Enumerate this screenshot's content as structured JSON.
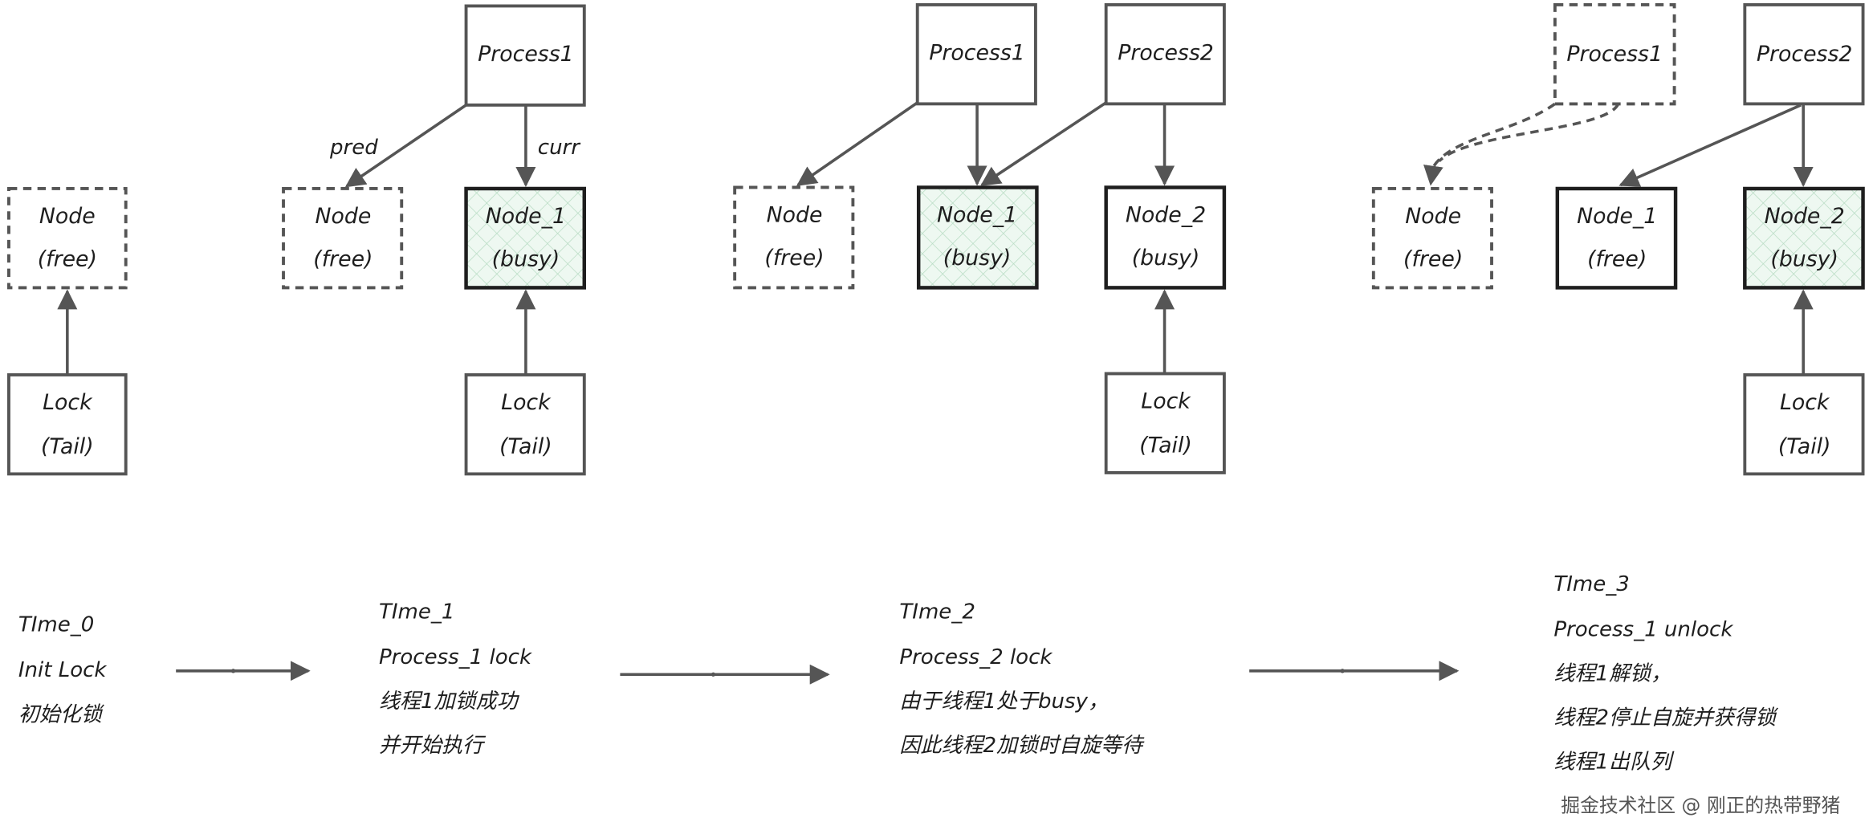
{
  "colors": {
    "stroke": "#555555",
    "busy_fill": "#e6f4ea",
    "hatch": "#b8dcc4"
  },
  "panels": [
    {
      "nodes": [
        {
          "title": "Node",
          "state": "(free)"
        }
      ],
      "lock": {
        "title": "Lock",
        "state": "(Tail)"
      },
      "caption": [
        "TIme_0",
        "Init Lock",
        "初始化锁"
      ]
    },
    {
      "process": "Process1",
      "edge_labels": {
        "pred": "pred",
        "curr": "curr"
      },
      "nodes": [
        {
          "title": "Node",
          "state": "(free)"
        },
        {
          "title": "Node_1",
          "state": "(busy)"
        }
      ],
      "lock": {
        "title": "Lock",
        "state": "(Tail)"
      },
      "caption": [
        "TIme_1",
        "Process_1 lock",
        "线程1加锁成功",
        "并开始执行"
      ]
    },
    {
      "processes": [
        "Process1",
        "Process2"
      ],
      "nodes": [
        {
          "title": "Node",
          "state": "(free)"
        },
        {
          "title": "Node_1",
          "state": "(busy)"
        },
        {
          "title": "Node_2",
          "state": "(busy)"
        }
      ],
      "lock": {
        "title": "Lock",
        "state": "(Tail)"
      },
      "caption": [
        "TIme_2",
        "Process_2 lock",
        "由于线程1处于busy，",
        "因此线程2加锁时自旋等待"
      ]
    },
    {
      "processes": [
        "Process1",
        "Process2"
      ],
      "nodes": [
        {
          "title": "Node",
          "state": "(free)"
        },
        {
          "title": "Node_1",
          "state": "(free)"
        },
        {
          "title": "Node_2",
          "state": "(busy)"
        }
      ],
      "lock": {
        "title": "Lock",
        "state": "(Tail)"
      },
      "caption": [
        "TIme_3",
        "Process_1 unlock",
        "线程1解锁，",
        "线程2停止自旋并获得锁",
        "线程1出队列"
      ]
    }
  ],
  "watermark": "掘金技术社区 @ 刚正的热带野猪"
}
